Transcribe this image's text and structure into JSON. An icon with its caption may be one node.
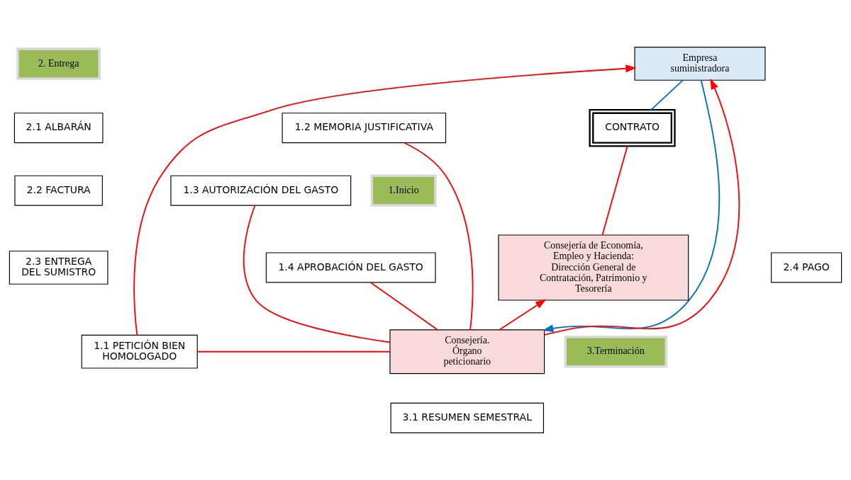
{
  "diagram": {
    "nodes": [
      {
        "text": [
          "Empresa suministradora"
        ]
      },
      {
        "text": [
          "2. Entrega"
        ]
      },
      {
        "text": [
          "2.1 ALBARÁN"
        ]
      },
      {
        "text": [
          "2.2 FACTURA"
        ]
      },
      {
        "text": [
          "2.3 ENTREGA DEL SUMISTRO"
        ]
      },
      {
        "text": [
          "CONTRATO"
        ]
      },
      {
        "text": [
          "Consejería de Economía, Empleo y Hacienda: Dirección General de Contratación, Patrimonio y Tesorería"
        ]
      },
      {
        "text": [
          "2.4 PAGO"
        ]
      },
      {
        "text": [
          "1.1 PETICIÓN BIEN HOMOLOGADO"
        ]
      },
      {
        "text": [
          "Consejería. Órgano peticionario"
        ]
      },
      {
        "text": [
          "3.Terminación"
        ]
      },
      {
        "text": [
          "1.2 MEMORIA JUSTIFICATIVA"
        ]
      },
      {
        "text": [
          "1.Inicio"
        ]
      },
      {
        "text": [
          "1.3 AUTORIZACIÓN DEL GASTO"
        ]
      },
      {
        "text": [
          "3.1 RESUMEN SEMESTRAL"
        ]
      },
      {
        "text": [
          "1.4 APROBACIÓN DEL GASTO"
        ]
      }
    ],
    "edges": [
      {
        "from": 8,
        "to": 0,
        "arrow": "to"
      },
      {
        "from": 0,
        "to": 9,
        "arrow": "to",
        "color": "#0070c0"
      },
      {
        "from": 9,
        "to": 0,
        "arrow": "to"
      },
      {
        "from": 0,
        "to": 5,
        "arrow": "none",
        "color": "#0070c0"
      },
      {
        "from": 5,
        "to": 6,
        "arrow": "none"
      },
      {
        "from": 9,
        "to": 6,
        "arrow": "to"
      },
      {
        "from": 8,
        "to": 9,
        "arrow": "none"
      },
      {
        "from": 11,
        "to": 9,
        "arrow": "none"
      },
      {
        "from": 13,
        "to": 9,
        "arrow": "none"
      },
      {
        "from": 15,
        "to": 9,
        "arrow": "none"
      }
    ]
  }
}
